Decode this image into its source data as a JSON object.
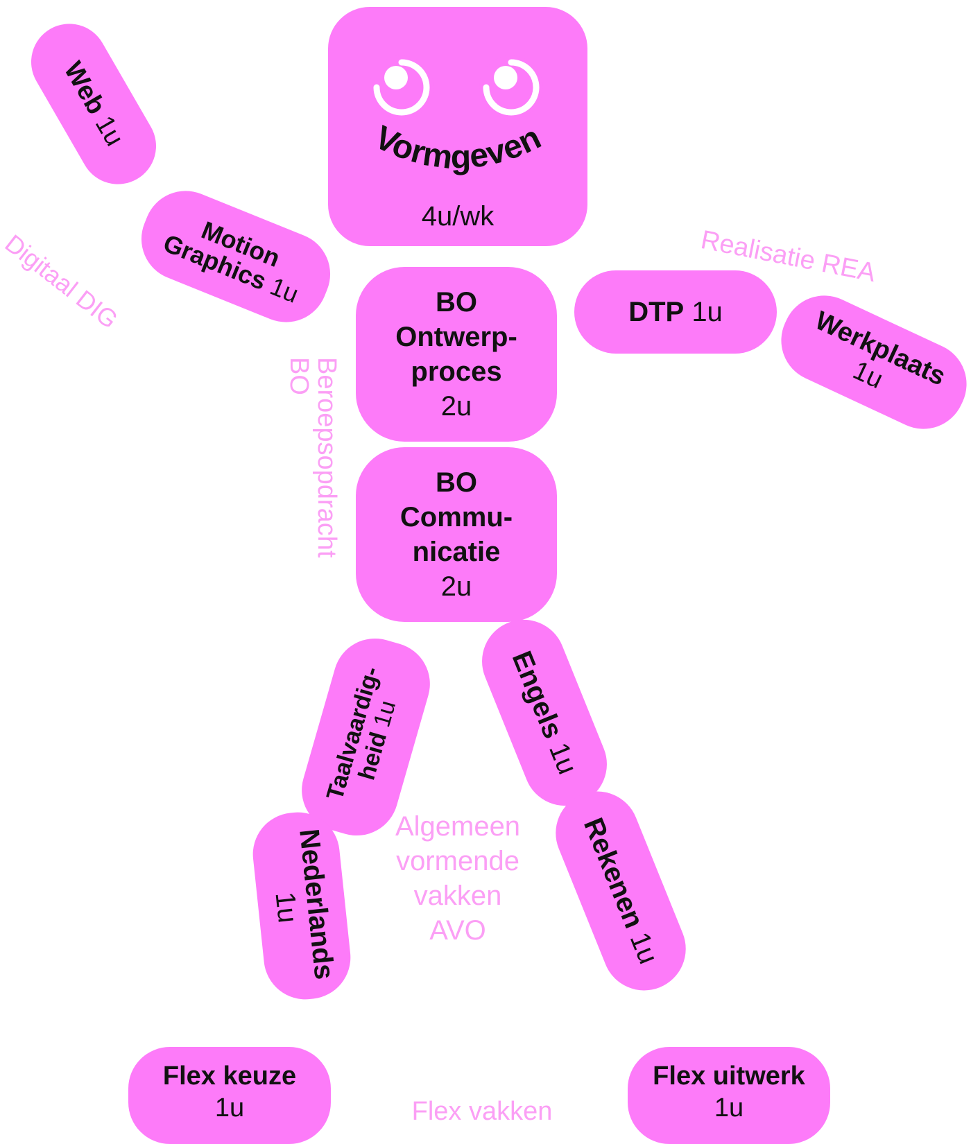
{
  "colors": {
    "shape": "#fd7bf9",
    "group_label": "#fb9ff5",
    "text": "#111111",
    "eye_white": "#ffffff"
  },
  "head": {
    "title": "Vormgeven",
    "hours": "4u/wk",
    "icons": [
      "left-eye-icon",
      "right-eye-icon"
    ]
  },
  "groups": {
    "digitaal": "Digitaal DIG",
    "realisatie": "Realisatie REA",
    "beroeps": {
      "line1": "Beroepsopdracht",
      "line2": "BO"
    },
    "avo": {
      "line1": "Algemeen",
      "line2": "vormende",
      "line3": "vakken",
      "line4": "AVO"
    },
    "flex": "Flex vakken"
  },
  "subjects": {
    "web": {
      "name": "Web",
      "hours": "1u"
    },
    "motion": {
      "line1": "Motion",
      "line2": "Graphics",
      "hours": "1u"
    },
    "bo_ontwerp": {
      "line1": "BO",
      "line2": "Ontwerp-",
      "line3": "proces",
      "hours": "2u"
    },
    "bo_comm": {
      "line1": "BO",
      "line2": "Commu-",
      "line3": "nicatie",
      "hours": "2u"
    },
    "dtp": {
      "name": "DTP",
      "hours": "1u"
    },
    "werkplaats": {
      "name": "Werkplaats",
      "hours": "1u"
    },
    "taal": {
      "line1": "Taalvaardig-",
      "line2": "heid",
      "hours": "1u"
    },
    "engels": {
      "name": "Engels",
      "hours": "1u"
    },
    "nederlands": {
      "name": "Nederlands",
      "hours": "1u"
    },
    "rekenen": {
      "name": "Rekenen",
      "hours": "1u"
    },
    "flex_keuze": {
      "name": "Flex keuze",
      "hours": "1u"
    },
    "flex_uitwerk": {
      "name": "Flex uitwerk",
      "hours": "1u"
    }
  }
}
